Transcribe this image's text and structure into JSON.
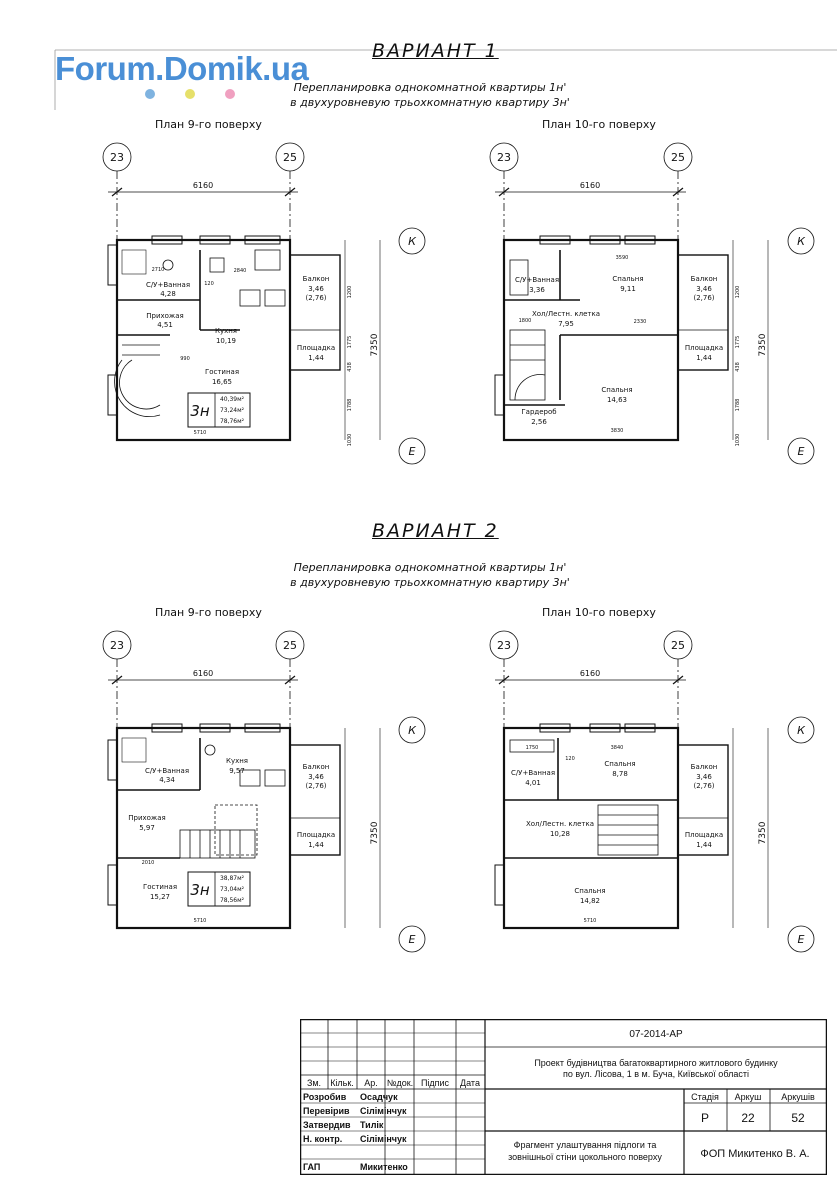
{
  "watermark": {
    "text": "Forum.Domik.ua",
    "dot_colors": [
      "#7fb3e0",
      "#e6e06a",
      "#f0a0c0",
      "#e0708a"
    ]
  },
  "variant1": {
    "title": "ВАРИАНТ 1",
    "subtitle_line1": "Перепланировка однокомнатной квартиры 1н'",
    "subtitle_line2": "в двухуровневую трьохкомнатную квартиру 3н'",
    "plan9": {
      "title": "План 9-го поверху",
      "axis_left": "23",
      "axis_right": "25",
      "width_dim": "6160",
      "rooms": [
        {
          "name": "С/У+Ванная",
          "area": "4,28"
        },
        {
          "name": "Прихожая",
          "area": "4,51"
        },
        {
          "name": "Кухня",
          "area": "10,19"
        },
        {
          "name": "Гостиная",
          "area": "16,65"
        },
        {
          "name": "Балкон",
          "area": "3,46",
          "extra": "(2,76)"
        },
        {
          "name": "Площадка",
          "area": "1,44"
        }
      ],
      "badge": {
        "type": "3н",
        "a1": "40,39м²",
        "a2": "73,24м²",
        "a3": "78,76м²"
      },
      "dims": [
        "2840",
        "120",
        "990",
        "5710",
        "2710"
      ]
    },
    "plan10": {
      "title": "План 10-го поверху",
      "axis_left": "23",
      "axis_right": "25",
      "width_dim": "6160",
      "rooms": [
        {
          "name": "С/У+Ванная",
          "area": "3,36"
        },
        {
          "name": "Спальня",
          "area": "9,11"
        },
        {
          "name": "Хол/Лестн. клетка",
          "area": "7,95"
        },
        {
          "name": "Спальня",
          "area": "14,63"
        },
        {
          "name": "Гардероб",
          "area": "2,56"
        },
        {
          "name": "Балкон",
          "area": "3,46",
          "extra": "(2,76)"
        },
        {
          "name": "Площадка",
          "area": "1,44"
        }
      ],
      "dims": [
        "3590",
        "2330",
        "3830",
        "1800"
      ]
    },
    "axis_K": "К",
    "axis_E": "Е",
    "height_dim": "7350"
  },
  "variant2": {
    "title": "ВАРИАНТ 2",
    "subtitle_line1": "Перепланировка однокомнатной квартиры 1н'",
    "subtitle_line2": "в двухуровневую трьохкомнатную квартиру 3н'",
    "plan9": {
      "title": "План 9-го поверху",
      "axis_left": "23",
      "axis_right": "25",
      "width_dim": "6160",
      "rooms": [
        {
          "name": "Кухня",
          "area": "9,57"
        },
        {
          "name": "С/У+Ванная",
          "area": "4,34"
        },
        {
          "name": "Прихожая",
          "area": "5,97"
        },
        {
          "name": "Гостиная",
          "area": "15,27"
        },
        {
          "name": "Балкон",
          "area": "3,46",
          "extra": "(2,76)"
        },
        {
          "name": "Площадка",
          "area": "1,44"
        }
      ],
      "badge": {
        "type": "3н",
        "a1": "38,87м²",
        "a2": "73,04м²",
        "a3": "78,56м²"
      },
      "dims": [
        "2010",
        "5710"
      ]
    },
    "plan10": {
      "title": "План 10-го поверху",
      "axis_left": "23",
      "axis_right": "25",
      "width_dim": "6160",
      "rooms": [
        {
          "name": "С/У+Ванная",
          "area": "4,01"
        },
        {
          "name": "Спальня",
          "area": "8,78"
        },
        {
          "name": "Хол/Лестн. клетка",
          "area": "10,28"
        },
        {
          "name": "Спальня",
          "area": "14,82"
        },
        {
          "name": "Балкон",
          "area": "3,46",
          "extra": "(2,76)"
        },
        {
          "name": "Площадка",
          "area": "1,44"
        }
      ],
      "dims": [
        "1750",
        "3840",
        "120",
        "5710"
      ]
    },
    "axis_K": "К",
    "axis_E": "Е",
    "height_dim": "7350"
  },
  "side_dims": [
    "1200",
    "1775",
    "438",
    "1788",
    "1030"
  ],
  "title_block": {
    "code": "07-2014-АР",
    "project_line1": "Проект будівництва багатоквартирного житлового будинку",
    "project_line2": "по вул. Лісова, 1 в м. Буча, Київської області",
    "header_cols": [
      "Зм.",
      "Кільк.",
      "Ар.",
      "№док.",
      "Підпис",
      "Дата"
    ],
    "roles": [
      {
        "role": "Розробив",
        "name": "Осадчук"
      },
      {
        "role": "Перевірив",
        "name": "Сілімінчук"
      },
      {
        "role": "Затвердив",
        "name": "Тилік"
      },
      {
        "role": "Н. контр.",
        "name": "Сілімінчук"
      },
      {
        "role": "ГАП",
        "name": "Микитенко"
      }
    ],
    "stage_label": "Стадія",
    "sheet_label": "Аркуш",
    "sheets_label": "Аркушів",
    "stage": "Р",
    "sheet": "22",
    "sheets": "52",
    "drawing_title_line1": "Фрагмент улаштування підлоги та",
    "drawing_title_line2": "зовнішньої стіни цокольного поверху",
    "company": "ФОП  Микитенко В. А."
  }
}
